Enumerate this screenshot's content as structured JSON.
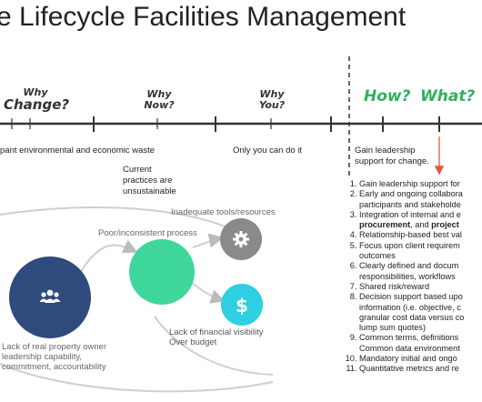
{
  "title": "e Lifecycle Facilities Management",
  "timeline": {
    "why_change": [
      "Why",
      "Change?"
    ],
    "why_now": [
      "Why",
      "Now?"
    ],
    "why_you": [
      "Why",
      "You?"
    ],
    "how": "How?",
    "what": "What?",
    "waste_text": "pant environmental and economic waste",
    "current_practices": [
      "Current",
      "practices are",
      "unsustainable"
    ],
    "only_you": "Only you can do it",
    "gain_leadership": [
      "Gain leadership",
      "support for change."
    ]
  },
  "right_list": [
    {
      "num": "1.",
      "lines": [
        "Gain leadership support for"
      ]
    },
    {
      "num": "2.",
      "lines": [
        "Early and ongoing collabora",
        "participants and stakeholde"
      ]
    },
    {
      "num": "3.",
      "lines": [
        "Integration of internal and e"
      ],
      "bold_line": {
        "pre": "",
        "b1": "procurement",
        "mid": ", and ",
        "b2": "project"
      }
    },
    {
      "num": "4.",
      "lines": [
        "Relationship-based best val"
      ]
    },
    {
      "num": "5.",
      "lines": [
        "Focus upon client requirem",
        "outcomes"
      ]
    },
    {
      "num": "6.",
      "lines": [
        "Clearly defined and docum",
        "responsibilities, workflows"
      ]
    },
    {
      "num": "7.",
      "lines": [
        "Shared risk/reward"
      ]
    },
    {
      "num": "8.",
      "lines": [
        "Decision support based upo",
        "information (i.e. objective, c",
        "granular cost data versus co",
        "lump sum quotes)"
      ]
    },
    {
      "num": "9.",
      "lines": [
        "Common terms, definitions",
        "Common data environment"
      ]
    },
    {
      "num": "10.",
      "lines": [
        "Mandatory initial and ongo"
      ]
    },
    {
      "num": "11.",
      "lines": [
        "Quantitative metrics and re"
      ]
    }
  ],
  "diagram": {
    "inadequate_tools": "Inadequate tools/resources",
    "poor_process": "Poor/inconsistent process",
    "lack_owner": [
      "Lack of real property owner",
      "leadership capability,",
      "commitment, accountability"
    ],
    "lack_financial": [
      "Lack of financial visibility",
      "Over budget"
    ],
    "colors": {
      "navy": "#2f4a7c",
      "green": "#3ed69a",
      "gray": "#8a8a8a",
      "cyan": "#2ecfe0",
      "red_arrow": "#e05a3c"
    },
    "icons": [
      "people-icon",
      "gear-icon",
      "dollar-icon"
    ]
  }
}
